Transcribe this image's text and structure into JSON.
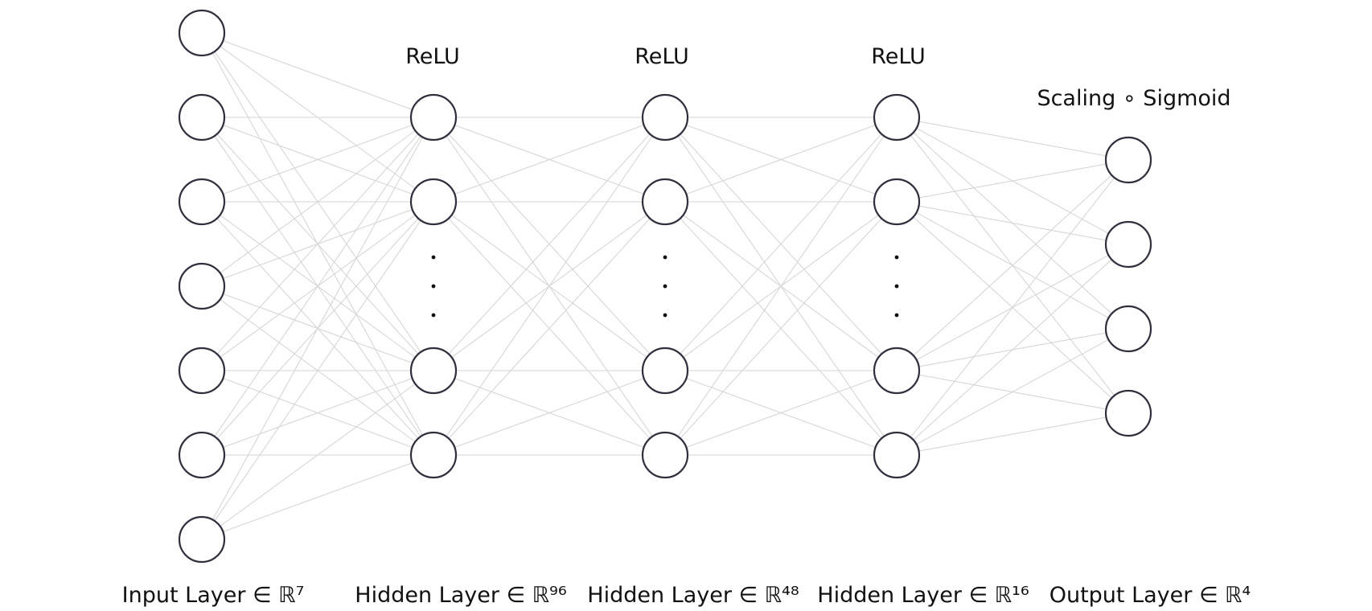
{
  "diagram": {
    "layers": [
      {
        "id": "input",
        "label": "Input Layer ∈ ℝ⁷",
        "activation": "",
        "nodes": 7,
        "ellipsis": false
      },
      {
        "id": "hidden1",
        "label": "Hidden Layer ∈ ℝ⁹⁶",
        "activation": "ReLU",
        "nodes": 4,
        "ellipsis": true
      },
      {
        "id": "hidden2",
        "label": "Hidden Layer ∈ ℝ⁴⁸",
        "activation": "ReLU",
        "nodes": 4,
        "ellipsis": true
      },
      {
        "id": "hidden3",
        "label": "Hidden Layer ∈ ℝ¹⁶",
        "activation": "ReLU",
        "nodes": 4,
        "ellipsis": true
      },
      {
        "id": "output",
        "label": "Output Layer ∈ ℝ⁴",
        "activation": "Scaling ∘ Sigmoid",
        "nodes": 4,
        "ellipsis": false
      }
    ],
    "colors": {
      "edge": "#d6d6d6",
      "node_stroke": "#2f2f3d",
      "text": "#111111"
    }
  }
}
